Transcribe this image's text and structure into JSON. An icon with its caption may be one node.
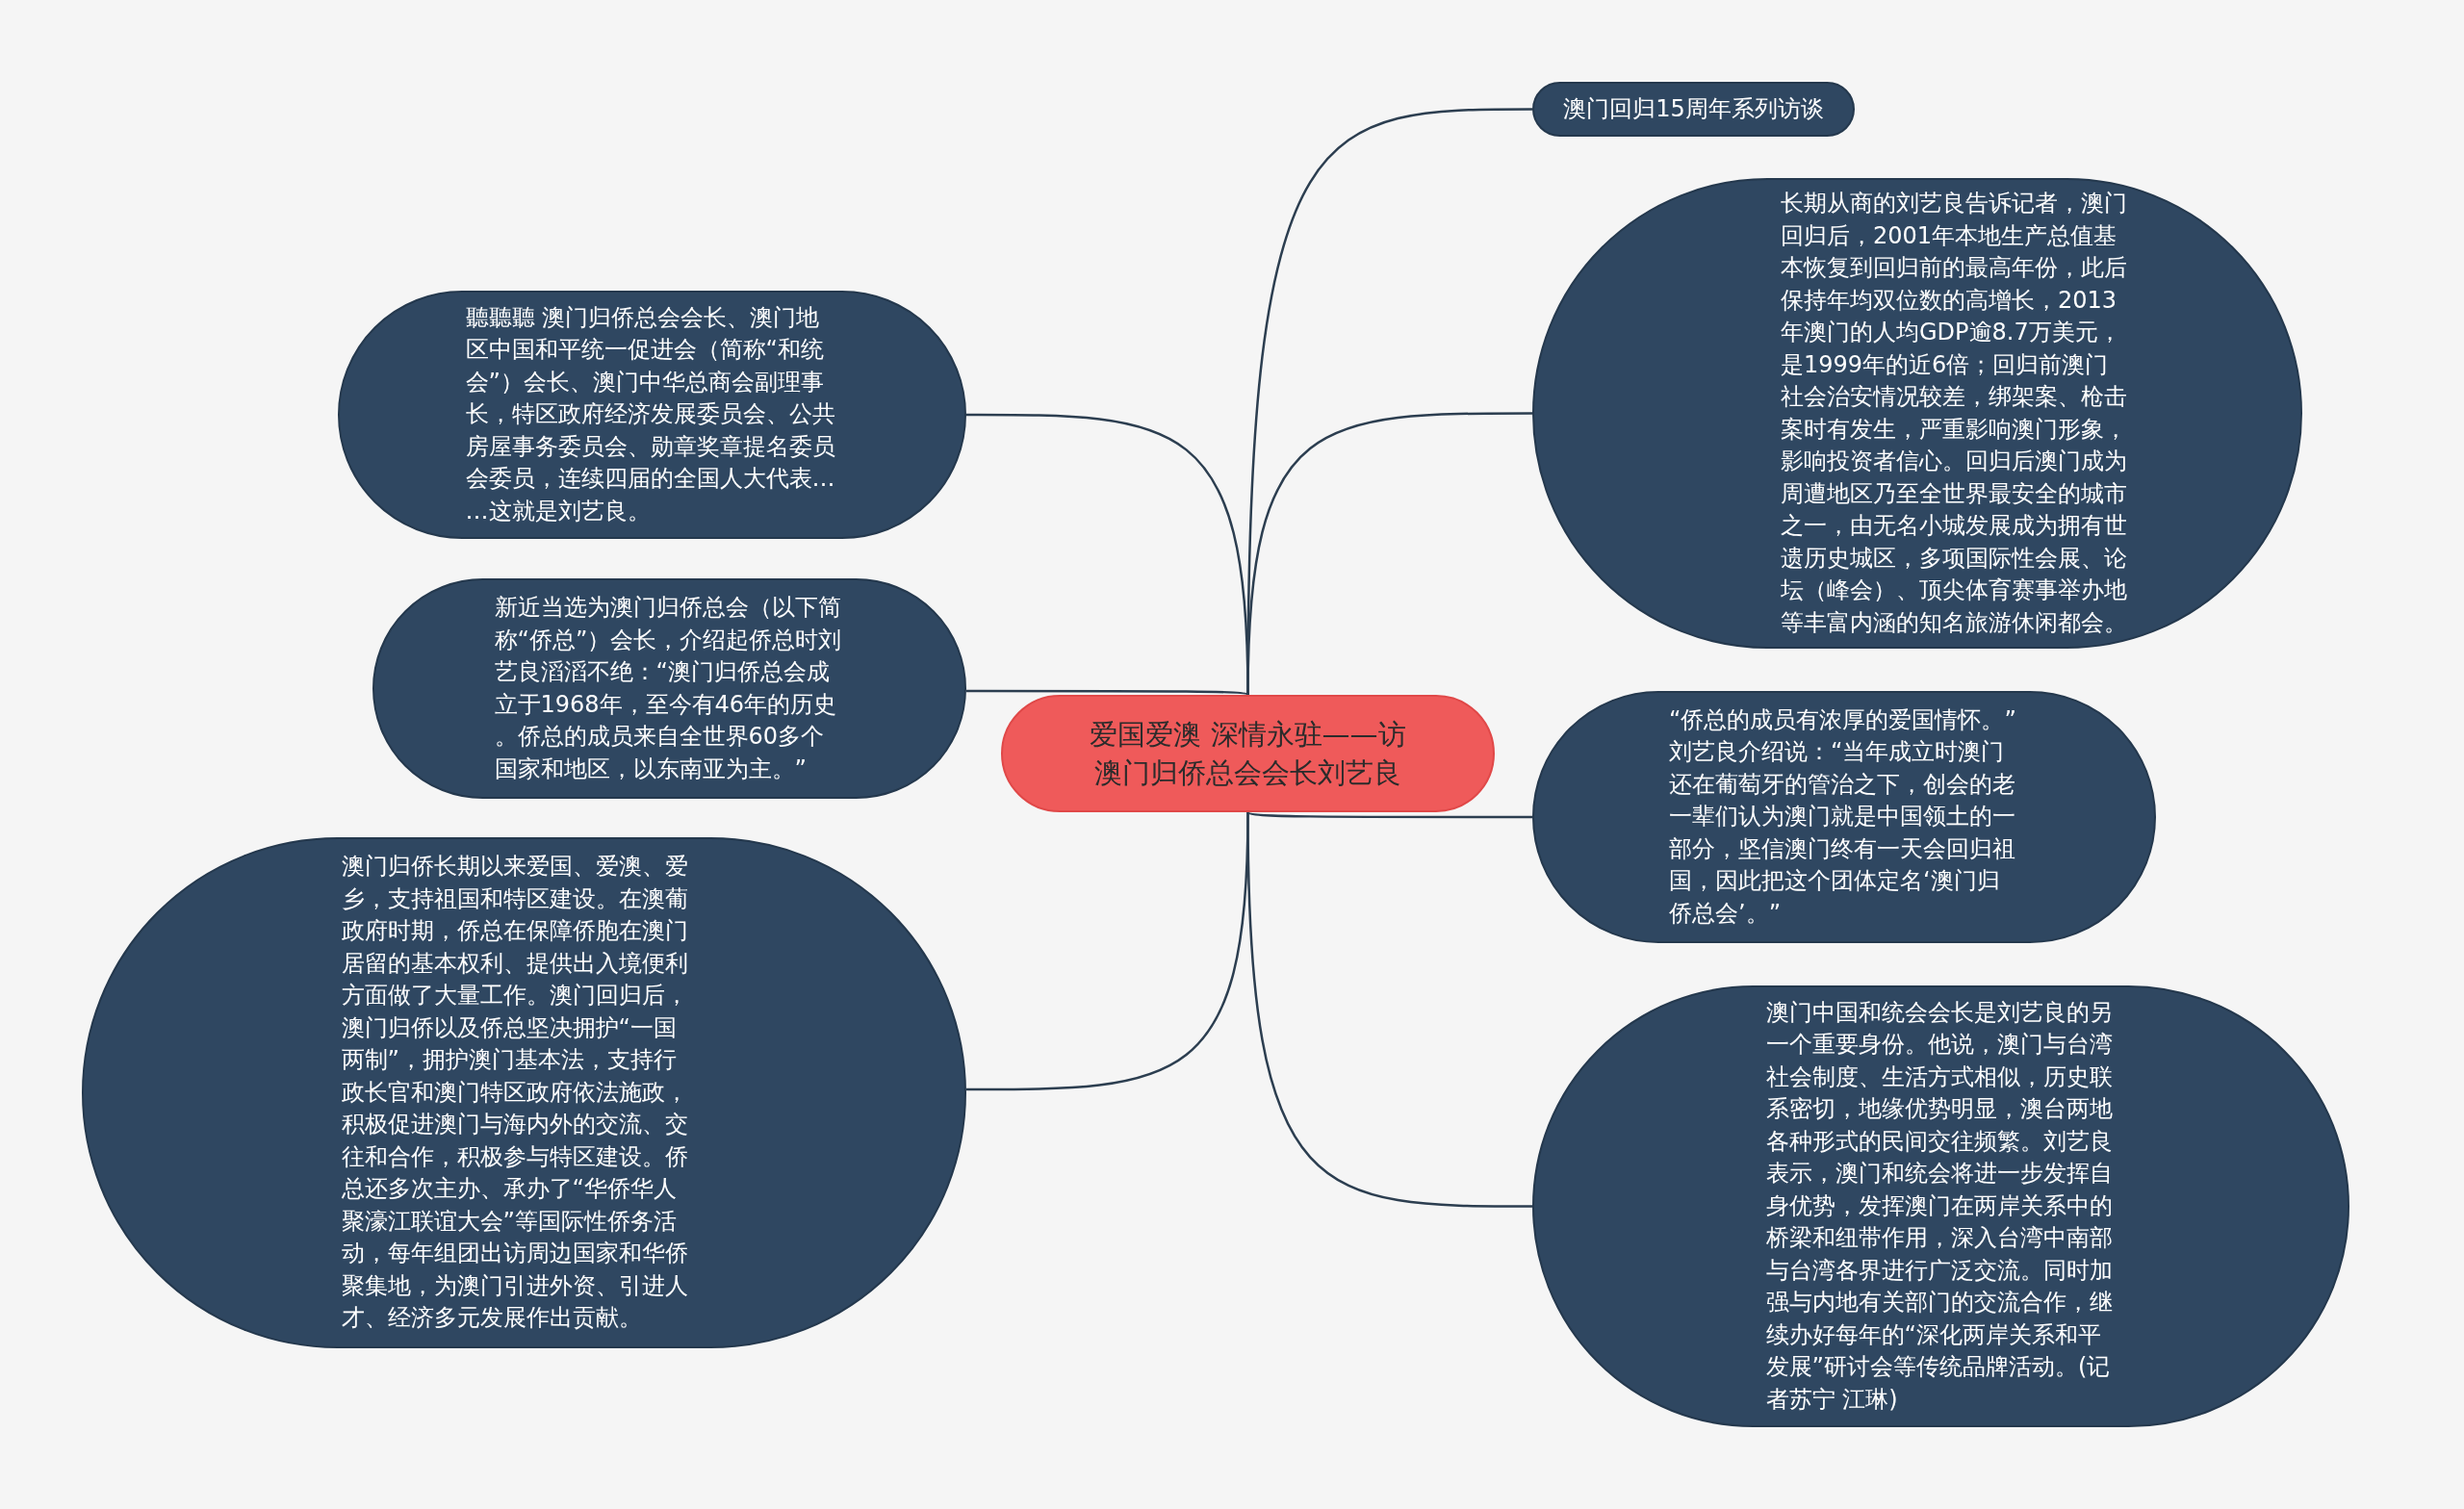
{
  "diagram": {
    "nodes": [
      {
        "text": [
          "爱国爱澳 深情永驻——访澳门归侨总会会长刘艺良"
        ]
      },
      {
        "text": [
          "澳门回归15周年系列访谈"
        ]
      },
      {
        "text": [
          "长期从商的刘艺良告诉记者，澳门回归后，2001年本地生产总值基本恢复到回归前的最高年份，此后保持年均双位数的高增长，2013年澳门的人均GDP逾8.7万美元，是1999年的近6倍；回归前澳门社会治安情况较差，绑架案、枪击案时有发生，严重影响澳门形象，影响投资者信心。回归后澳门成为周遭地区乃至全世界最安全的城市之一，由无名小城发展成为拥有世遗历史城区，多项国际性会展、论坛（峰会）、顶尖体育赛事举办地等丰富内涵的知名旅游休闲都会。"
        ]
      },
      {
        "text": [
          "“侨总的成员有浓厚的爱国情怀。”刘艺良介绍说：“当年成立时澳门还在葡萄牙的管治之下，创会的老一辈们认为澳门就是中国领土的一部分，坚信澳门终有一天会回归祖国，因此把这个团体定名‘澳门归侨总会’。”"
        ]
      },
      {
        "text": [
          "澳门中国和统会会长是刘艺良的另一个重要身份。他说，澳门与台湾社会制度、生活方式相似，历史联系密切，地缘优势明显，澳台两地各种形式的民间交往频繁。刘艺良表示，澳门和统会将进一步发挥自身优势，发挥澳门在两岸关系中的桥梁和纽带作用，深入台湾中南部与台湾各界进行广泛交流。同时加强与内地有关部门的交流合作，继续办好每年的“深化两岸关系和平发展”研讨会等传统品牌活动。(记者苏宁 江琳)"
        ]
      },
      {
        "text": [
          "聽聽聽 澳门归侨总会会长、澳门地区中国和平统一促进会（简称“和统会”）会长、澳门中华总商会副理事长，特区政府经济发展委员会、公共房屋事务委员会、勋章奖章提名委员会委员，连续四届的全国人大代表……这就是刘艺良。"
        ]
      },
      {
        "text": [
          "新近当选为澳门归侨总会（以下简称“侨总”）会长，介绍起侨总时刘艺良滔滔不绝：“澳门归侨总会成立于1968年，至今有46年的历史。侨总的成员来自全世界60多个国家和地区，以东南亚为主。”"
        ]
      },
      {
        "text": [
          "澳门归侨长期以来爱国、爱澳、爱乡，支持祖国和特区建设。在澳葡政府时期，侨总在保障侨胞在澳门居留的基本权利、提供出入境便利方面做了大量工作。澳门回归后，澳门归侨以及侨总坚决拥护“一国两制”，拥护澳门基本法，支持行政长官和澳门特区政府依法施政，积极促进澳门与海内外的交流、交往和合作，积极参与特区建设。侨总还多次主办、承办了“华侨华人聚濠江联谊大会”等国际性侨务活动，每年组团出访周边国家和华侨聚集地，为澳门引进外资、引进人才、经济多元发展作出贡献。"
        ]
      }
    ],
    "edges": [
      {
        "from": 0,
        "to": 1,
        "arrow": "none"
      },
      {
        "from": 0,
        "to": 2,
        "arrow": "none"
      },
      {
        "from": 0,
        "to": 3,
        "arrow": "none"
      },
      {
        "from": 0,
        "to": 4,
        "arrow": "none"
      },
      {
        "from": 0,
        "to": 5,
        "arrow": "none"
      },
      {
        "from": 0,
        "to": 6,
        "arrow": "none"
      },
      {
        "from": 0,
        "to": 7,
        "arrow": "none"
      }
    ]
  }
}
